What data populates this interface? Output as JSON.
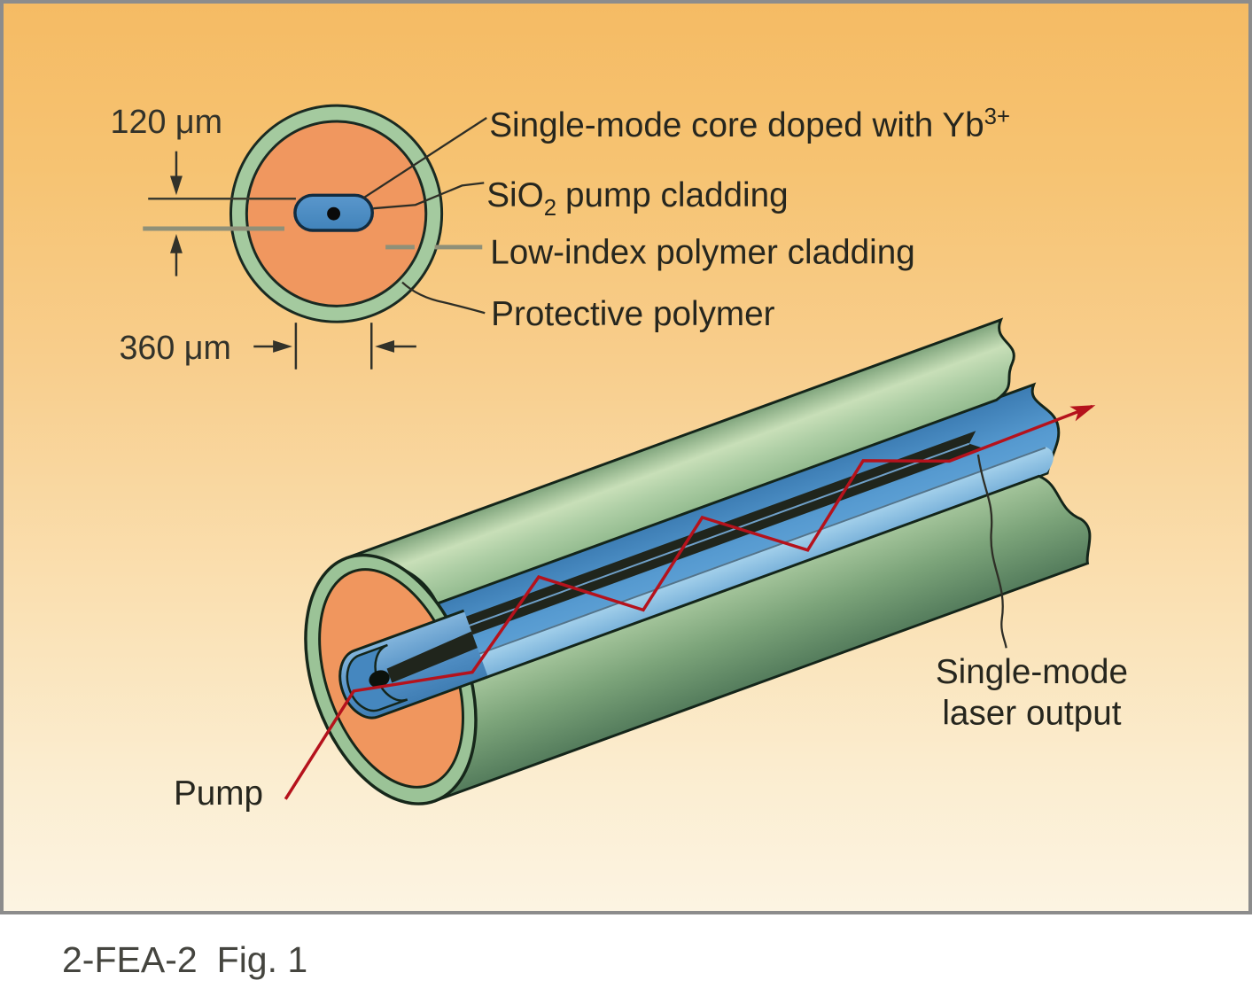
{
  "figure": {
    "caption": {
      "doc_id": "2-FEA-2",
      "fig_no": "Fig. 1"
    },
    "dimensions": {
      "core_height": "120 μm",
      "core_width": "360 μm"
    },
    "labels": {
      "core_text": "Single-mode core doped with Yb",
      "core_sup": "3+",
      "pump_cladding_pre": "SiO",
      "pump_cladding_sub": "2",
      "pump_cladding_post": "pump cladding",
      "low_index": "Low-index polymer cladding",
      "protective": "Protective polymer",
      "pump": "Pump",
      "output_line1": "Single-mode",
      "output_line2": "laser output"
    },
    "colors": {
      "background_top": "#F5BB64",
      "background_bottom": "#FCF4E2",
      "protective_green": "#9BC397",
      "polymer_orange": "#F0965E",
      "pump_cladding_blue": "#4E8FC6",
      "core_dark": "#20251C",
      "laser_red": "#B5121C",
      "panel_border": "#8C8C8C"
    }
  }
}
